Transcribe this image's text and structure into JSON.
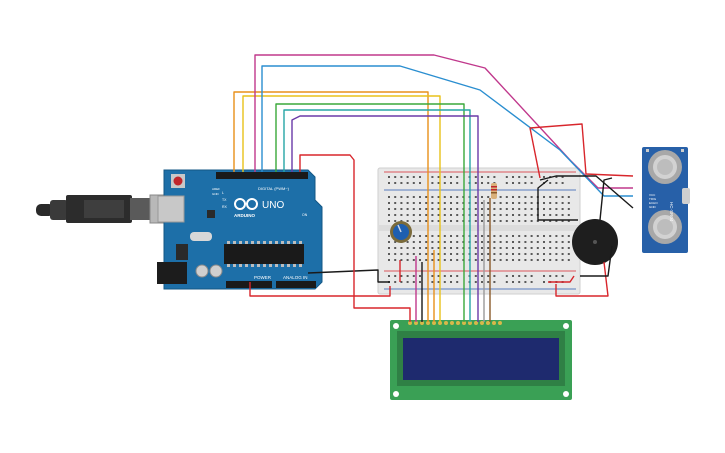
{
  "arduino": {
    "brand": "ARDUINO",
    "model": "UNO",
    "digital_label": "DIGITAL (PWM~)",
    "power_label": "POWER",
    "analog_label": "ANALOG IN",
    "tx_label": "TX",
    "rx_label": "RX",
    "l_label": "L",
    "on_label": "ON",
    "aref_label": "AREF",
    "gnd_label": "GND"
  },
  "sensor": {
    "model": "HC-SR04",
    "pins": [
      "VCC",
      "TRIG",
      "ECHO",
      "GND"
    ]
  },
  "colors": {
    "board": "#1d6fa8",
    "board_dark": "#135785",
    "breadboard": "#e8e8e8",
    "lcd_pcb": "#3aa055",
    "lcd_screen": "#1e2a6e",
    "sensor_board": "#2760a8",
    "wire_red": "#d8262c",
    "wire_black": "#1a1a1a",
    "wire_orange": "#e8901a",
    "wire_yellow": "#e8c21a",
    "wire_green": "#3aa83a",
    "wire_teal": "#26a6a6",
    "wire_blue": "#2a8ed0",
    "wire_purple": "#6a3aa8",
    "wire_magenta": "#c0388c",
    "wire_brown": "#8a5a2a",
    "wire_gray": "#9a9a9a"
  },
  "components": {
    "potentiometer": "potentiometer",
    "buzzer": "piezo-buzzer",
    "resistor": "resistor",
    "usb_cable": "usb-cable"
  }
}
